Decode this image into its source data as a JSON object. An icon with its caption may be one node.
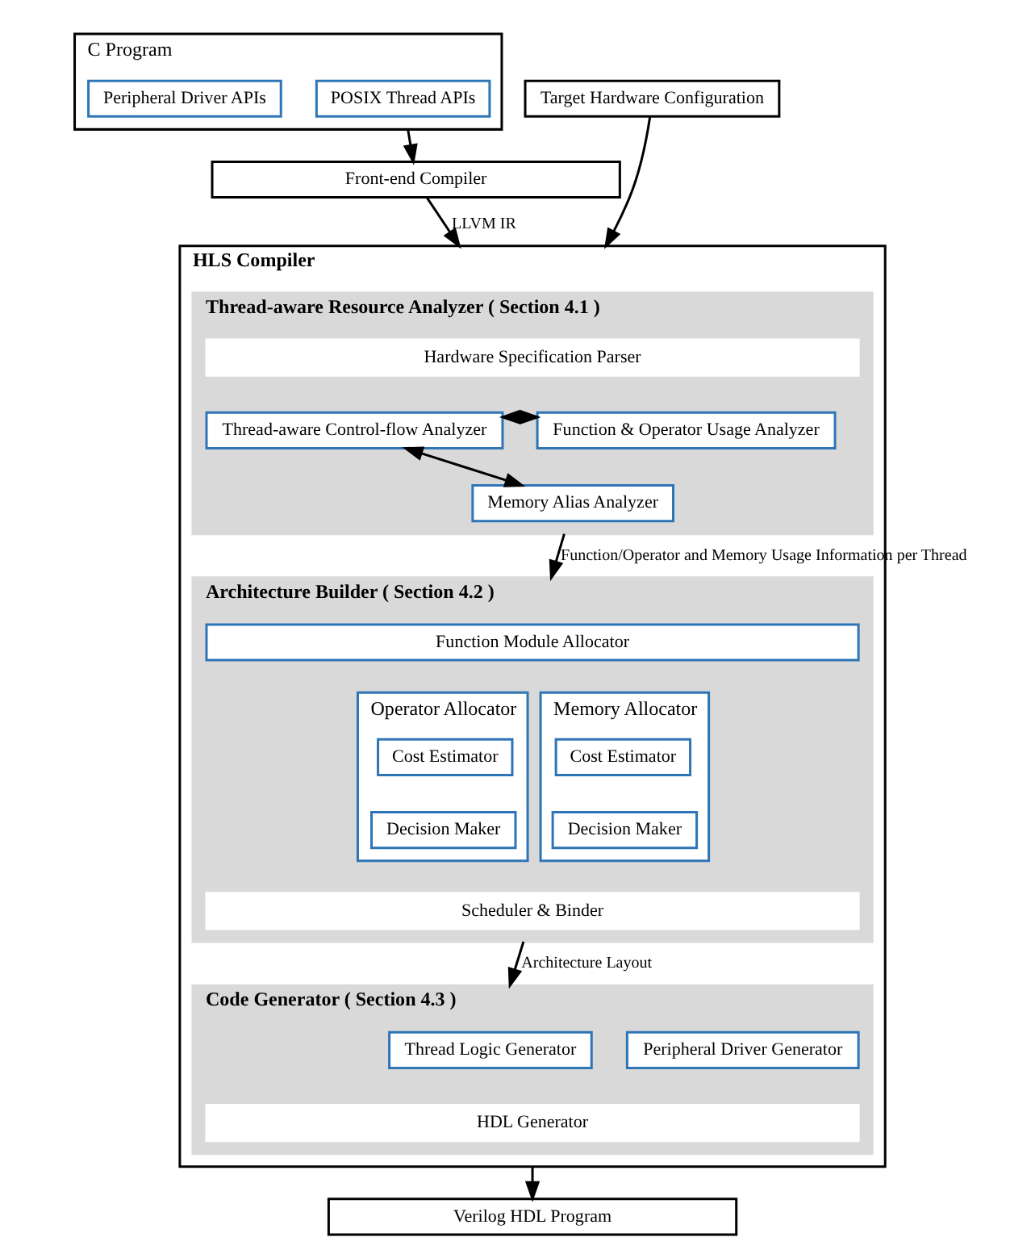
{
  "diagram": {
    "nodes": [
      {
        "text": [
          "C Program"
        ]
      },
      {
        "text": [
          "Peripheral Driver APIs"
        ],
        "in": 0
      },
      {
        "text": [
          "POSIX Thread APIs"
        ],
        "in": 0
      },
      {
        "text": [
          "Target Hardware Configuration"
        ]
      },
      {
        "text": [
          "Front-end Compiler"
        ]
      },
      {
        "text": [
          "HLS Compiler"
        ]
      },
      {
        "text": [
          "Thread-aware Resource Analyzer ( Section 4.1 )"
        ],
        "in": 5
      },
      {
        "text": [
          "Hardware Specification Parser"
        ],
        "in": 6
      },
      {
        "text": [
          "Thread-aware Control-flow Analyzer"
        ],
        "in": 6
      },
      {
        "text": [
          "Function & Operator Usage Analyzer"
        ],
        "in": 6
      },
      {
        "text": [
          "Memory Alias Analyzer"
        ],
        "in": 6
      },
      {
        "text": [
          "Architecture Builder ( Section 4.2 )"
        ],
        "in": 5
      },
      {
        "text": [
          "Function Module Allocator"
        ],
        "in": 11
      },
      {
        "text": [
          "Operator Allocator"
        ],
        "in": 11
      },
      {
        "text": [
          "Cost Estimator"
        ],
        "in": 13
      },
      {
        "text": [
          "Decision Maker"
        ],
        "in": 13
      },
      {
        "text": [
          "Memory Allocator"
        ],
        "in": 11
      },
      {
        "text": [
          "Cost Estimator"
        ],
        "in": 16
      },
      {
        "text": [
          "Decision Maker"
        ],
        "in": 16
      },
      {
        "text": [
          "Scheduler & Binder"
        ],
        "in": 11
      },
      {
        "text": [
          "Code Generator ( Section 4.3 )"
        ],
        "in": 5
      },
      {
        "text": [
          "Thread Logic Generator"
        ],
        "in": 20
      },
      {
        "text": [
          "Peripheral Driver Generator"
        ],
        "in": 20
      },
      {
        "text": [
          "HDL Generator"
        ],
        "in": 20
      },
      {
        "text": [
          "Verilog HDL Program"
        ]
      }
    ],
    "edges": [
      {
        "from": 0,
        "to": 4,
        "arrow": "to"
      },
      {
        "from": 4,
        "to": 5,
        "arrow": "to",
        "label": "LLVM IR"
      },
      {
        "from": 3,
        "to": 5,
        "arrow": "to"
      },
      {
        "from": 8,
        "to": 9,
        "arrow": "both"
      },
      {
        "from": 8,
        "to": 10,
        "arrow": "both"
      },
      {
        "from": 6,
        "to": 11,
        "arrow": "to",
        "label": "Function/Operator and Memory Usage Information per Thread"
      },
      {
        "from": 11,
        "to": 20,
        "arrow": "to",
        "label": "Architecture Layout"
      },
      {
        "from": 5,
        "to": 24,
        "arrow": "to"
      }
    ]
  }
}
